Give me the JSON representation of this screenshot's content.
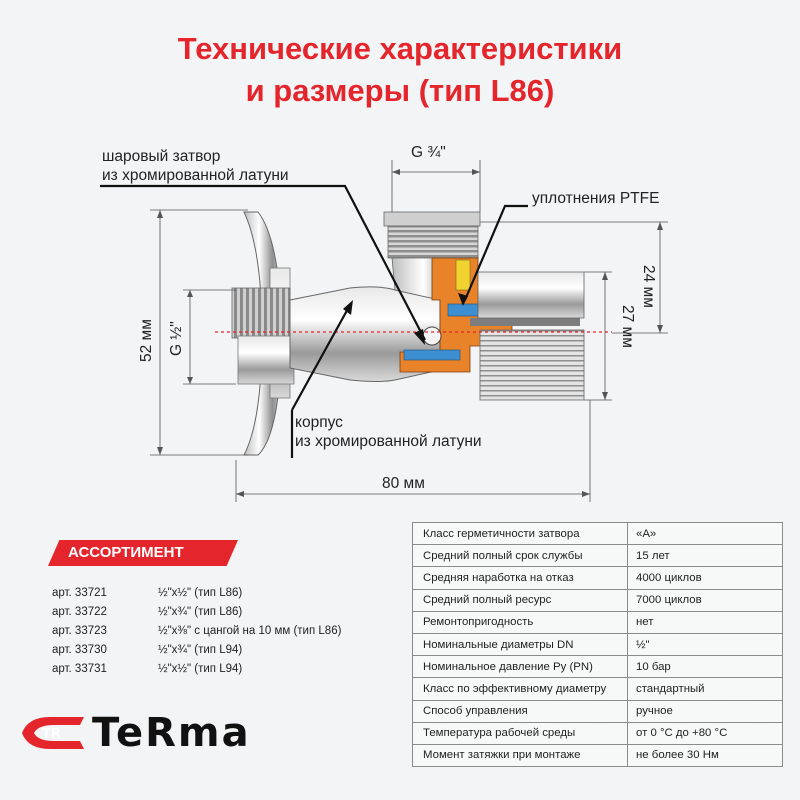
{
  "title": {
    "line1": "Технические характеристики",
    "line2": "и размеры (тип L86)"
  },
  "labels": {
    "ball_valve_1": "шаровый затвор",
    "ball_valve_2": "из хромированной латуни",
    "g34": "G ¾\"",
    "ptfe": "уплотнения PTFE",
    "dim_24": "24 мм",
    "dim_27": "27 мм",
    "dim_52": "52 мм",
    "g12": "G ½\"",
    "body_1": "корпус",
    "body_2": "из хромированной латуни",
    "dim_80": "80 мм"
  },
  "assortment": {
    "heading": "АССОРТИМЕНТ",
    "items": [
      {
        "art": "арт. 33721",
        "desc": "½\"x½\" (тип L86)"
      },
      {
        "art": "арт. 33722",
        "desc": "½\"x¾\" (тип L86)"
      },
      {
        "art": "арт. 33723",
        "desc": "½\"x⅜\" с цангой на 10 мм (тип L86)"
      },
      {
        "art": "арт. 33730",
        "desc": "½\"x¾\" (тип L94)"
      },
      {
        "art": "арт. 33731",
        "desc": "½\"x½\" (тип L94)"
      }
    ]
  },
  "logo": {
    "brand": "TeRma",
    "mark": "TR"
  },
  "specs": [
    {
      "k": "Класс герметичности затвора",
      "v": "«А»"
    },
    {
      "k": "Средний полный срок службы",
      "v": "15 лет"
    },
    {
      "k": "Средняя наработка на отказ",
      "v": "4000 циклов"
    },
    {
      "k": "Средний полный ресурс",
      "v": "7000 циклов"
    },
    {
      "k": "Ремонтопригодность",
      "v": "нет"
    },
    {
      "k": "Номинальные диаметры DN",
      "v": "½\""
    },
    {
      "k": "Номинальное давление Py (PN)",
      "v": "10 бар"
    },
    {
      "k": "Класс по эффективному диаметру",
      "v": "стандартный"
    },
    {
      "k": "Способ управления",
      "v": "ручное"
    },
    {
      "k": "Температура рабочей среды",
      "v": "от 0 °С до +80 °С"
    },
    {
      "k": "Момент затяжки при монтаже",
      "v": "не более 30 Нм"
    }
  ],
  "colors": {
    "accent": "#e4252b",
    "orange": "#e8832a",
    "blue": "#3d8fd1",
    "yellow": "#f2d230"
  }
}
